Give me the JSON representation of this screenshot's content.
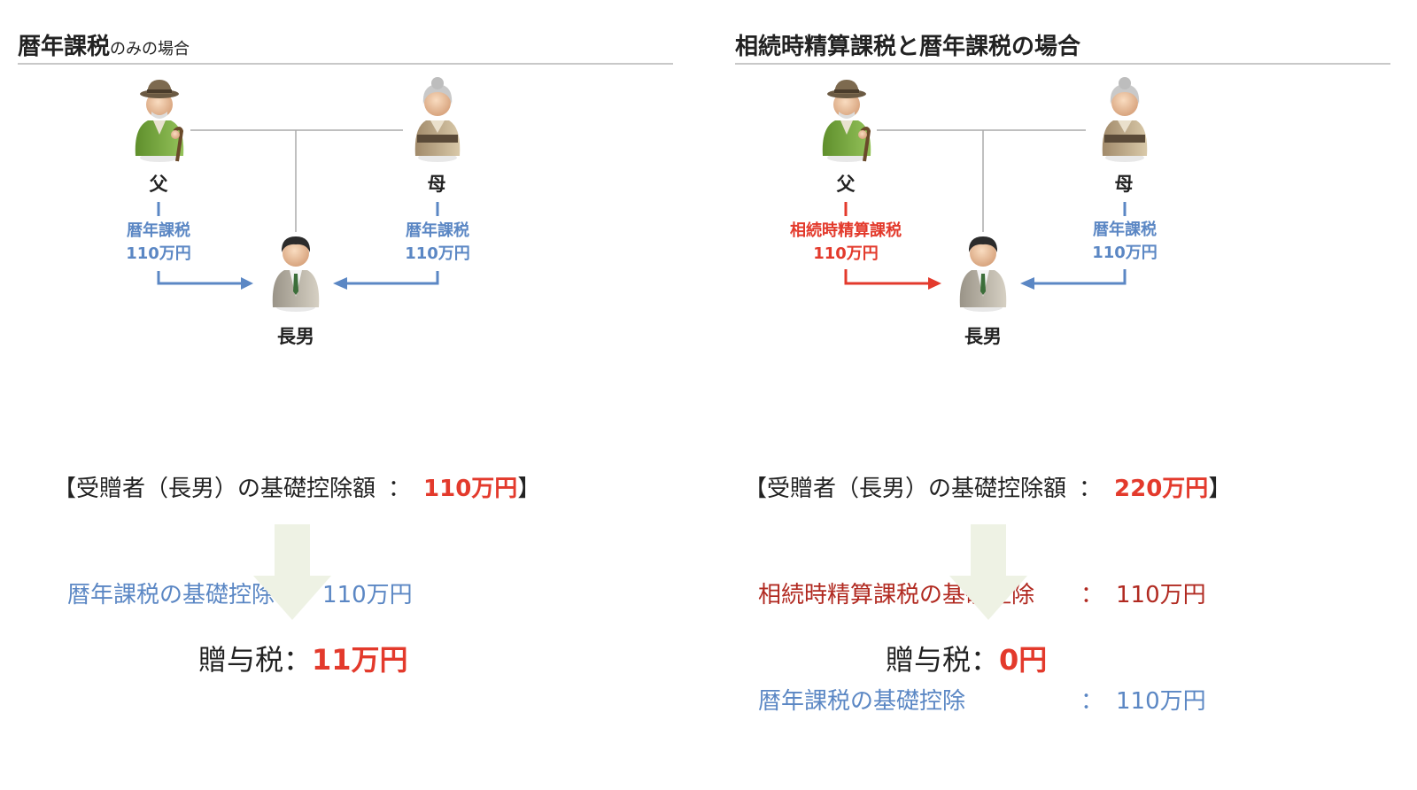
{
  "colors": {
    "blue": "#5b87c4",
    "red": "#e33a2c",
    "dark_red": "#b12a21",
    "arrow_bg": "#eef2e4",
    "rule": "#c8c8c8"
  },
  "left": {
    "title_main": "暦年課税",
    "title_sub": "のみの場合",
    "father": "父",
    "mother": "母",
    "son": "長男",
    "father_flow": {
      "method": "暦年課税",
      "amount": "110万円"
    },
    "mother_flow": {
      "method": "暦年課税",
      "amount": "110万円"
    },
    "summary": {
      "head": "【受贈者（長男）の基礎控除額",
      "colon": "：",
      "total": "110万円",
      "close": "】",
      "rows": [
        {
          "label": "暦年課税の基礎控除",
          "colon": "：",
          "value": "110万円"
        }
      ]
    },
    "result": {
      "label": "贈与税：",
      "value": "11万円"
    },
    "icons": [
      "father-figure-icon",
      "mother-figure-icon",
      "son-figure-icon",
      "down-arrow-icon"
    ]
  },
  "right": {
    "title": "相続時精算課税と暦年課税の場合",
    "father": "父",
    "mother": "母",
    "son": "長男",
    "father_flow": {
      "method": "相続時精算課税",
      "amount": "110万円"
    },
    "mother_flow": {
      "method": "暦年課税",
      "amount": "110万円"
    },
    "summary": {
      "head": "【受贈者（長男）の基礎控除額",
      "colon": "：",
      "total": "220万円",
      "close": "】",
      "rows": [
        {
          "label": "相続時精算課税の基礎控除",
          "colon": "：",
          "value": "110万円"
        },
        {
          "label": "暦年課税の基礎控除",
          "colon": "：",
          "value": "110万円"
        }
      ]
    },
    "result": {
      "label": "贈与税：",
      "value": "0円"
    }
  }
}
